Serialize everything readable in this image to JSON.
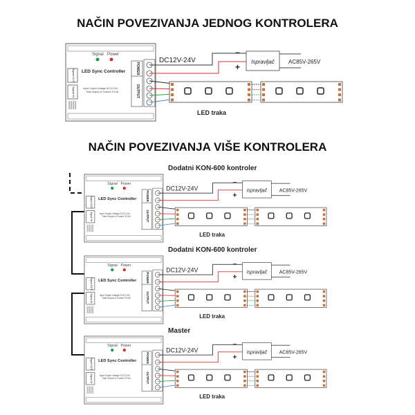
{
  "titles": {
    "single": "NAČIN POVEZIVANJA JEDNOG KONTROLERA",
    "multi": "NAČIN POVEZIVANJA VIŠE KONTROLERA"
  },
  "unit_labels": {
    "signal": "Signal",
    "power": "Power",
    "controller": "LED Sync Controller",
    "signal_out": "Signal OUT",
    "signal_in": "Signal IN",
    "spec1": "Input Output Voltage DC12-24V",
    "spec2": "Total Output of Current 3*10A",
    "power_label": "POWER",
    "output_label": "OUTPUT",
    "dc": "DC12V-24V",
    "minus": "−",
    "plus": "+",
    "rectifier": "Ispravljač",
    "ac": "AC85V-265V",
    "strip": "LED traka"
  },
  "sections": {
    "multi_labels": [
      "Dodatni KON-600 kontroler",
      "Dodatni KON-600 kontroler",
      "Master"
    ]
  },
  "colors": {
    "red_wire": "#d0312d",
    "green_wire": "#2e9a4a",
    "blue_wire": "#3a8fd0",
    "signal_led": "#1e9a4a",
    "power_led": "#d62b2b",
    "pad": "#c8703a"
  }
}
